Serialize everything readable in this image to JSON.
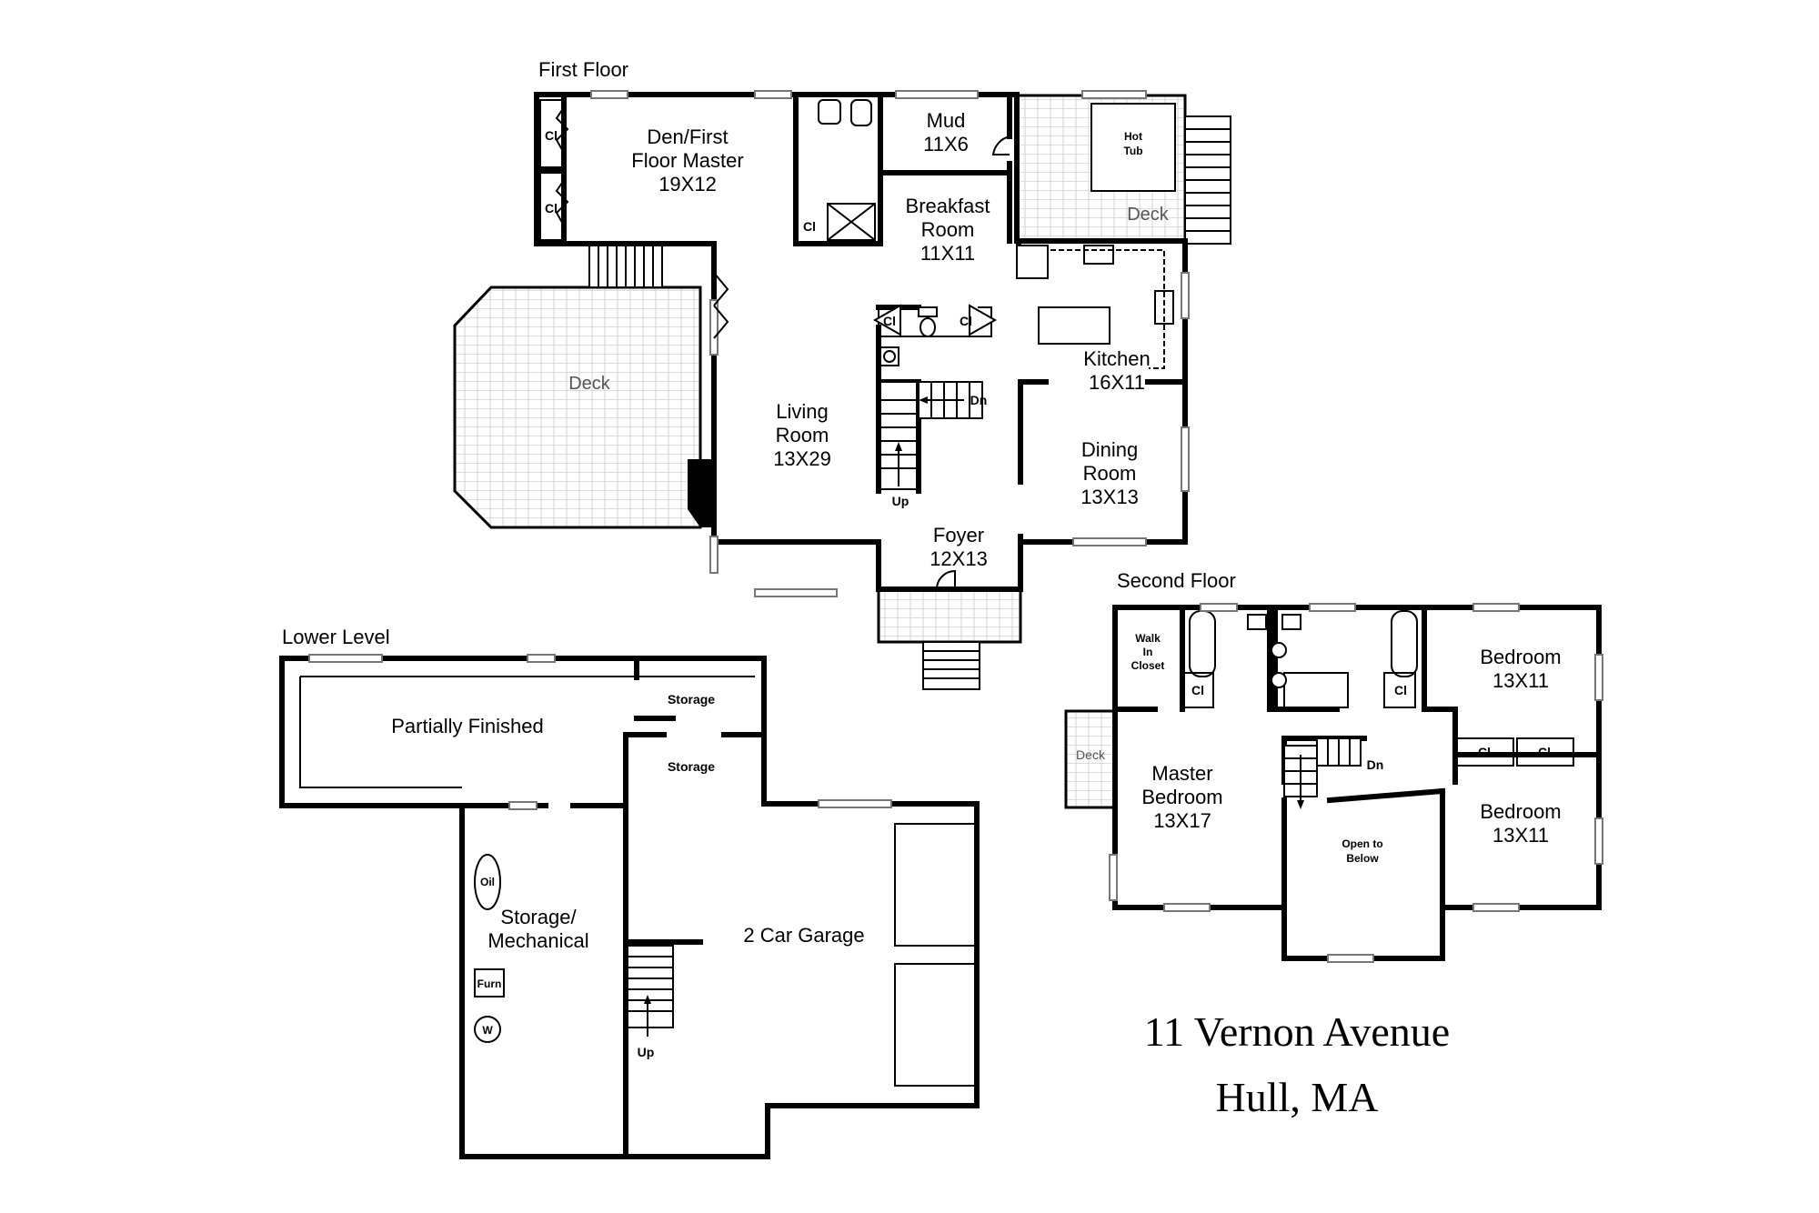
{
  "floors": {
    "first": "First Floor",
    "second": "Second Floor",
    "lower": "Lower Level"
  },
  "first_floor": {
    "den": [
      "Den/First",
      "Floor Master",
      "19X12"
    ],
    "mud": [
      "Mud",
      "11X6"
    ],
    "breakfast": [
      "Breakfast",
      "Room",
      "11X11"
    ],
    "hot_tub": [
      "Hot",
      "Tub"
    ],
    "deck_right": "Deck",
    "deck_left": "Deck",
    "living": [
      "Living",
      "Room",
      "13X29"
    ],
    "kitchen": [
      "Kitchen",
      "16X11"
    ],
    "dining": [
      "Dining",
      "Room",
      "13X13"
    ],
    "foyer": [
      "Foyer",
      "12X13"
    ],
    "closet": "Cl",
    "stairs_down": "Dn",
    "stairs_up": "Up"
  },
  "second_floor": {
    "walk_in": [
      "Walk",
      "In",
      "Closet"
    ],
    "bedroom_a": [
      "Bedroom",
      "13X11"
    ],
    "bedroom_b": [
      "Bedroom",
      "13X11"
    ],
    "master": [
      "Master",
      "Bedroom",
      "13X17"
    ],
    "open_below": [
      "Open to",
      "Below"
    ],
    "deck": "Deck",
    "closet": "Cl",
    "stairs_down": "Dn"
  },
  "lower_level": {
    "partially_finished": "Partially Finished",
    "storage": "Storage",
    "storage_mech": [
      "Storage/",
      "Mechanical"
    ],
    "oil": "Oil",
    "furn": "Furn",
    "water": "W",
    "garage": "2 Car Garage",
    "stairs_up": "Up"
  },
  "address": {
    "line1": "11 Vernon Avenue",
    "line2": "Hull, MA"
  }
}
